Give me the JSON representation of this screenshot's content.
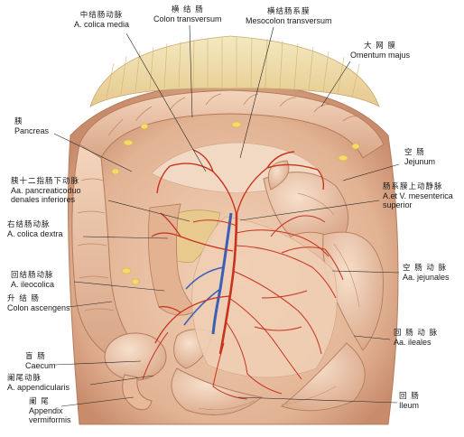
{
  "labels": {
    "colica_media": {
      "zh": "中结肠动脉",
      "la": "A. colica media"
    },
    "colon_trans": {
      "zh": "横 结 肠",
      "la": "Colon transversum"
    },
    "mesocolon": {
      "zh": "横结肠系膜",
      "la": "Mesocolon  transversum"
    },
    "omentum": {
      "zh": "大 网 膜",
      "la": "Omentum  majus"
    },
    "pancreas": {
      "zh": "胰",
      "la": "Pancreas"
    },
    "jejunum": {
      "zh": "空    肠",
      "la": "Jejunum"
    },
    "pancreatico": {
      "zh": "胰十二指肠下动脉",
      "la1": "Aa. pancreaticoduo",
      "la2": "denales  inferiores"
    },
    "mesenterica": {
      "zh": "肠系膜上动静脉",
      "la1": "A.et V. mesenterica",
      "la2": "superior"
    },
    "colica_dextra": {
      "zh": "右结肠动脉",
      "la": "A. colica dextra"
    },
    "jejunales": {
      "zh": "空 肠 动 脉",
      "la": "Aa. jejunales"
    },
    "ileocolica": {
      "zh": "回结肠动脉",
      "la": "A. ileocolica"
    },
    "ascendens": {
      "zh": "升 结 肠",
      "la": "Colon ascengens"
    },
    "ileales": {
      "zh": "回 肠 动 脉",
      "la": "Aa. ileales"
    },
    "caecum": {
      "zh": "盲    肠",
      "la": "Caecum"
    },
    "appendicularis": {
      "zh": "阑尾动脉",
      "la": "A. appendicularis"
    },
    "ileum": {
      "zh": "回    肠",
      "la": "Ileum"
    },
    "appendix": {
      "zh": "阑    尾",
      "la1": "Appendix",
      "la2": "vermiformis"
    }
  },
  "colors": {
    "tissue": "#e9c3a6",
    "tissue_dark": "#c98d6e",
    "colon": "#efc9a9",
    "omentum": "#f0e2a8",
    "fat": "#f5e27a",
    "artery": "#c8321f",
    "vein": "#3a5fb8",
    "leader": "#222222"
  }
}
